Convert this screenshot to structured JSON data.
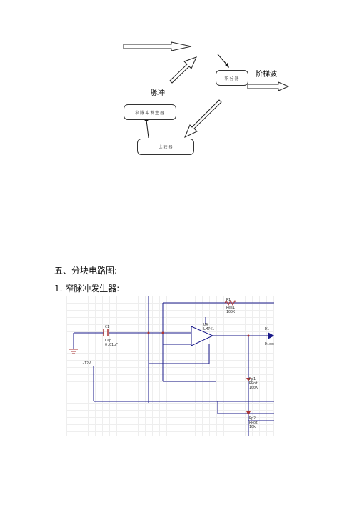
{
  "block_diagram": {
    "label_pulse": "脉冲",
    "label_staircase": "阶梯波",
    "box_narrow_pulse": "窄脉冲发生器",
    "box_integrator": "积分器",
    "box_comparator": "比较器"
  },
  "section_heading": "五、分块电路图:",
  "subsection_heading": "1.  窄脉冲发生器:",
  "schematic": {
    "r1_label": "R1",
    "r1_value": "Res1",
    "r1_k": "100K",
    "c1_label": "C1",
    "c1_type": "Cap",
    "c1_value": "0.01uF",
    "u4_label": "U4",
    "u4_type": "LM741",
    "d1_label": "D1",
    "d1_type": "Diode",
    "rp1_label": "Rp1",
    "rp1_type": "RPot",
    "rp1_value": "100K",
    "rp2_label": "Rp2",
    "rp2_type": "RPot",
    "rp2_value": "10k",
    "neg_label": "-12V"
  }
}
